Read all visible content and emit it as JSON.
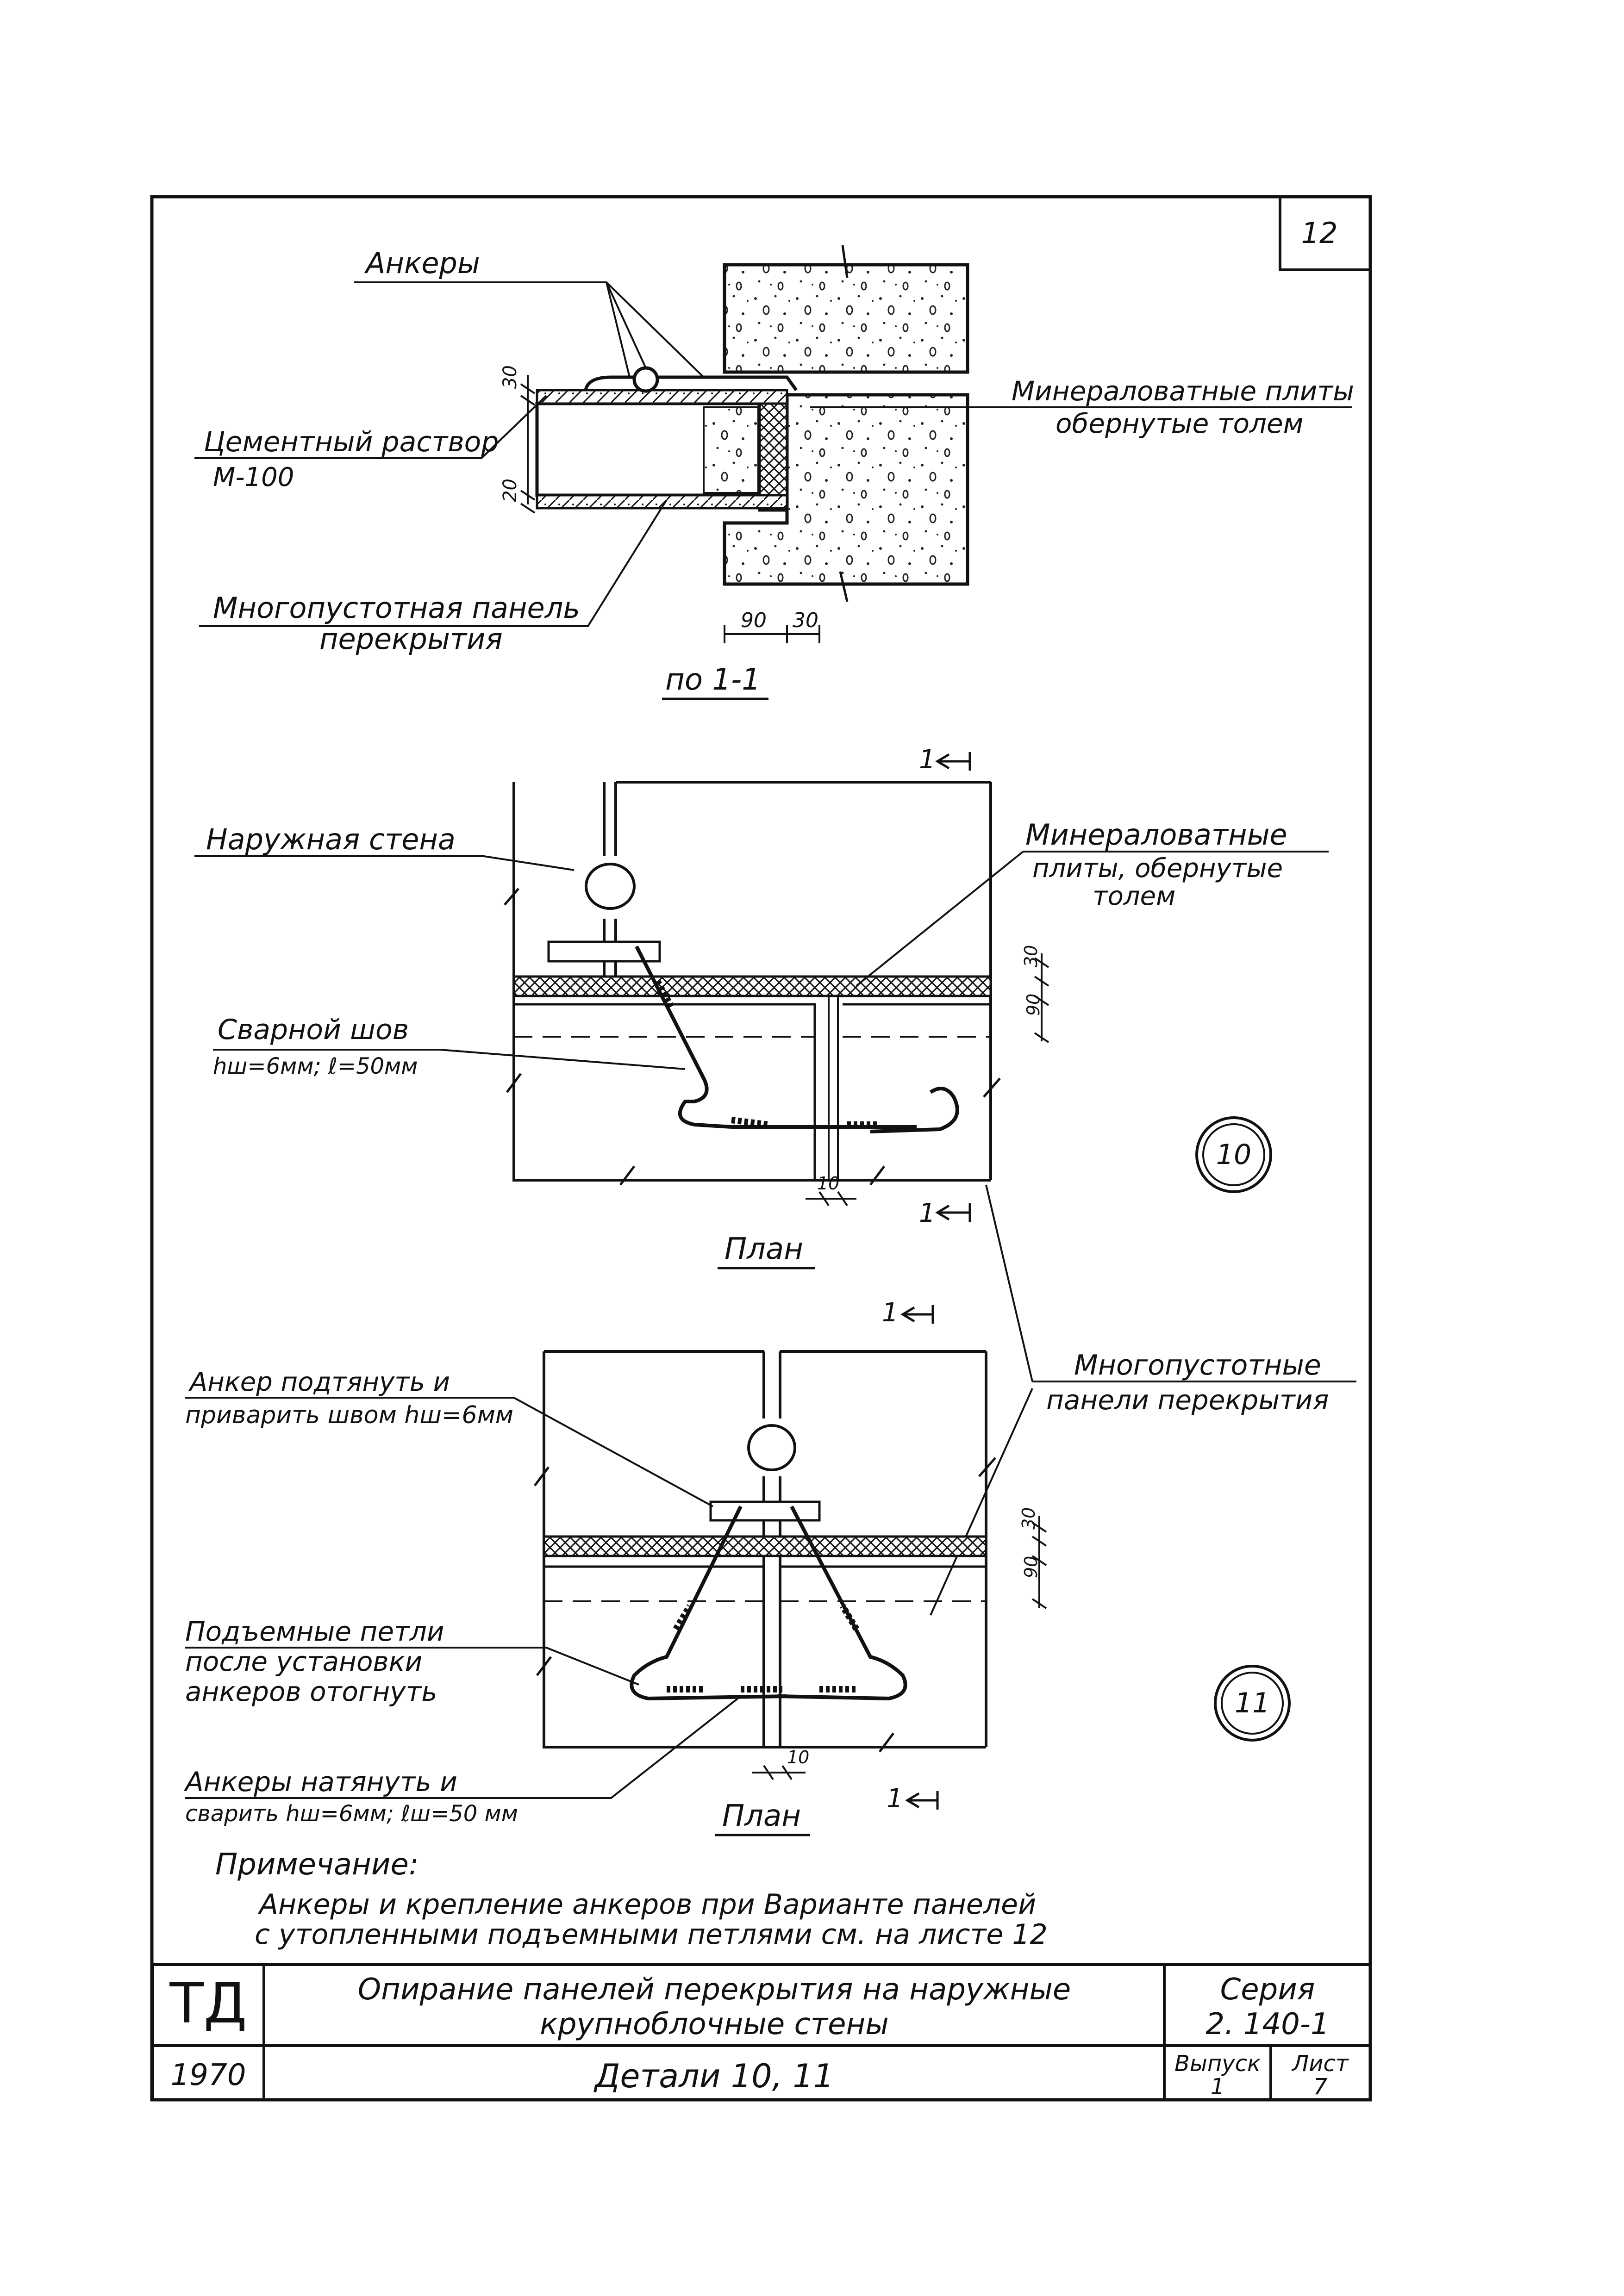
{
  "sheet_number": "12",
  "section_1": {
    "anchors": "Анкеры",
    "mortar_line1": "Цементный раствор",
    "mortar_line2": "М-100",
    "wool_line1": "Минераловатные плиты",
    "wool_line2": "обернутые толем",
    "panel_line1": "Многопустотная панель",
    "panel_line2": "перекрытия",
    "dim_30": "30",
    "dim_20": "20",
    "dim_90": "90",
    "dim_30b": "30",
    "caption": "по 1-1"
  },
  "plan_10": {
    "outer_wall": "Наружная стена",
    "wool_line1": "Минераловатные",
    "wool_line2": "плиты, обернутые",
    "wool_line3": "толем",
    "weld_line1": "Сварной шов",
    "weld_line2": "hш=6мм; ℓ=50мм",
    "dim_30": "30",
    "dim_90": "90",
    "dim_10": "10",
    "section_mark_top": "1",
    "section_mark_bottom": "1",
    "detail_number": "10",
    "caption": "План"
  },
  "shared_label": {
    "line1": "Многопустотные",
    "line2": "панели перекрытия"
  },
  "plan_11": {
    "anchor_tighten_line1": "Анкер подтянуть и",
    "anchor_tighten_line2": "приварить швом hш=6мм",
    "loops_line1": "Подъемные петли",
    "loops_line2": "после установки",
    "loops_line3": "анкеров отогнуть",
    "anchors_pull_line1": "Анкеры натянуть и",
    "anchors_pull_line2": "сварить hш=6мм; ℓш=50 мм",
    "dim_30": "30",
    "dim_90": "90",
    "dim_10": "10",
    "section_mark_top": "1",
    "section_mark_bottom": "1",
    "detail_number": "11",
    "caption": "План"
  },
  "note": {
    "heading": "Примечание:",
    "line1": "Анкеры и крепление анкеров при Варианте панелей",
    "line2": "с утопленными подъемными петлями см. на листе 12"
  },
  "title_block": {
    "org": "ТД",
    "year": "1970",
    "title_line1": "Опирание панелей перекрытия на наружные",
    "title_line2": "крупноблочные стены",
    "subtitle": "Детали 10, 11",
    "series_label": "Серия",
    "series_value": "2. 140-1",
    "issue_label": "Выпуск",
    "issue_value": "1",
    "sheet_label": "Лист",
    "sheet_value": "7"
  }
}
